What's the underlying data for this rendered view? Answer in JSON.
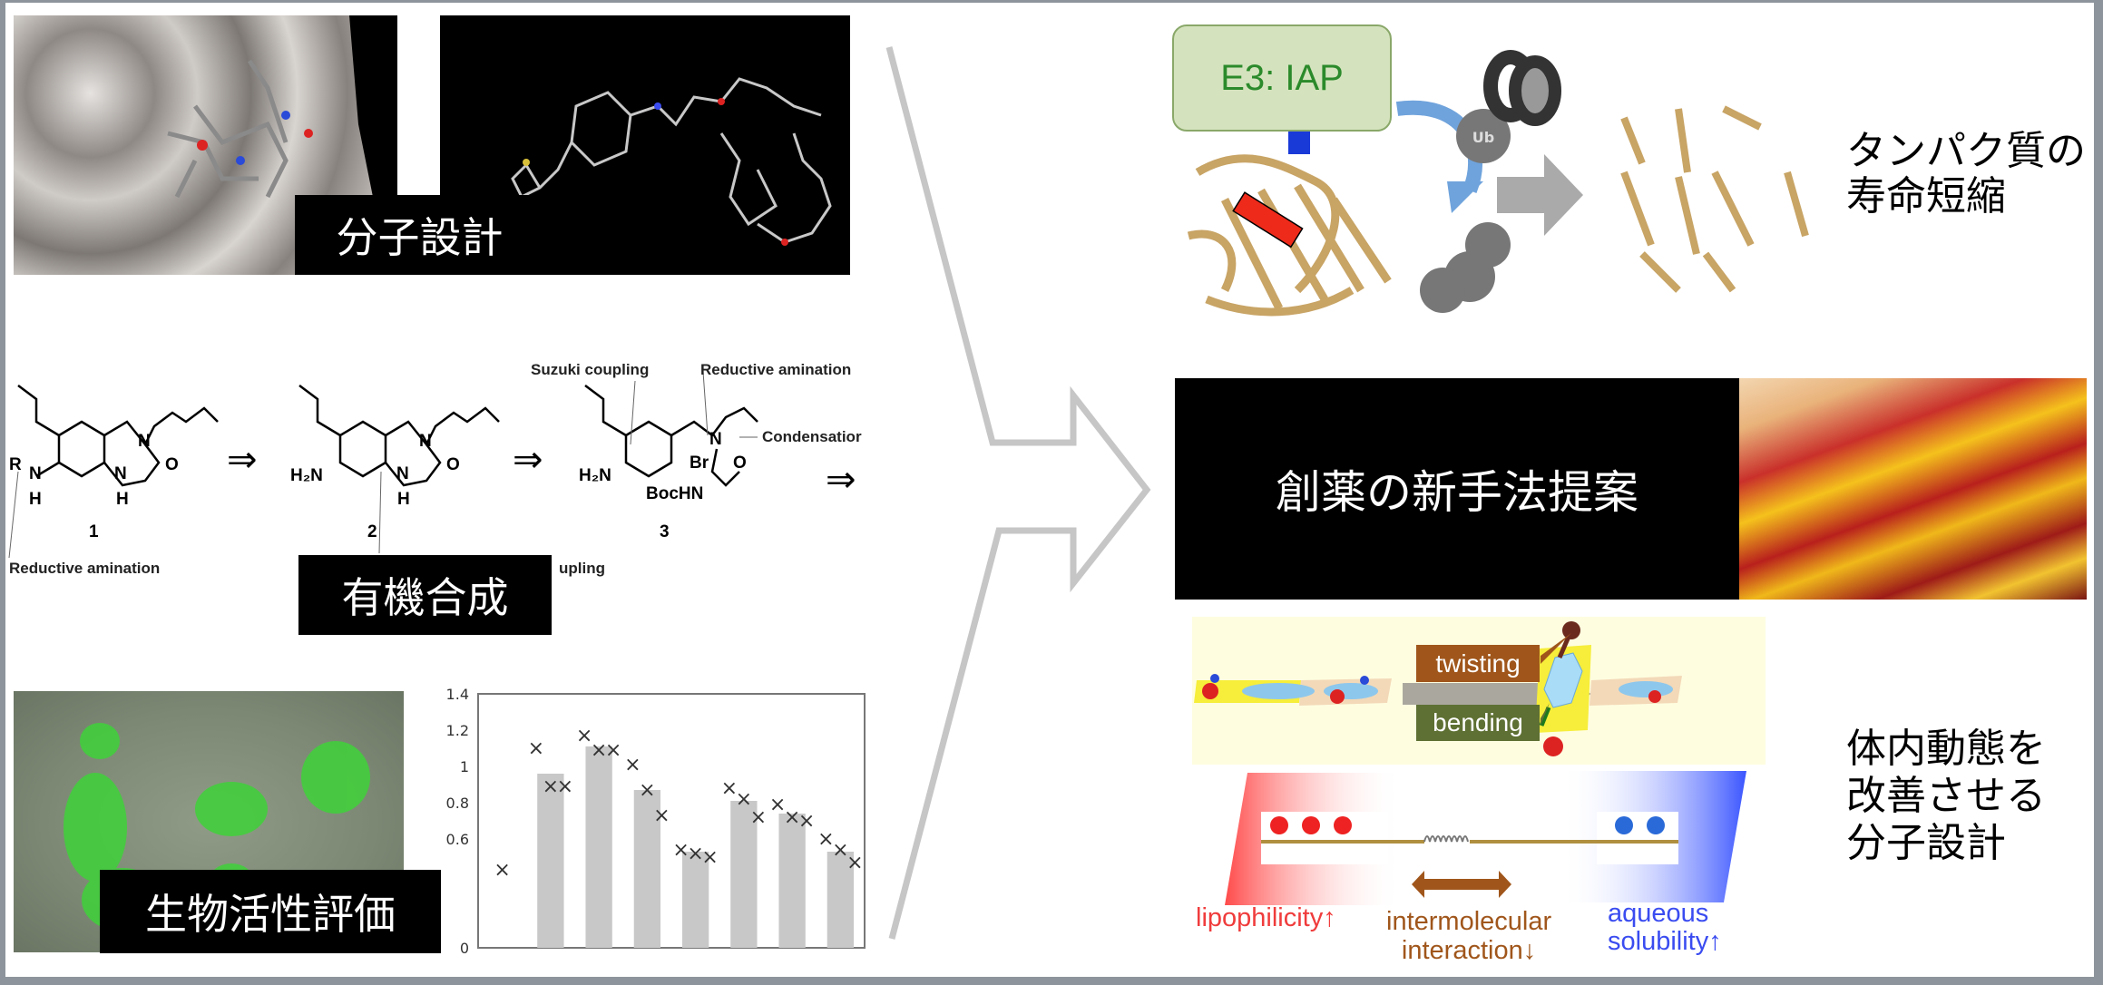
{
  "left": {
    "design_label": "分子設計",
    "synthesis_label": "有機合成",
    "bio_label": "生物活性評価",
    "scheme": {
      "compound_numbers": [
        "1",
        "2",
        "3"
      ],
      "annotations": {
        "reductive_amination_1": "Reductive amination",
        "suzuki": "Suzuki coupling",
        "reductive_amination_2": "Reductive amination",
        "condensation": "Condensatior",
        "coupling_partial": "upling"
      },
      "atoms": {
        "R": "R",
        "N": "N",
        "H": "H",
        "O": "O",
        "H2N": "H₂N",
        "Br": "Br",
        "BocHN": "BocHN"
      },
      "retro_arrow": "⇒"
    }
  },
  "chart_data": {
    "type": "bar",
    "ylim": [
      0,
      1.4
    ],
    "yticks": [
      "1.4",
      "1.2",
      "1",
      "0.8",
      "0.6",
      "0"
    ],
    "bar_color": "#c8c8c8",
    "values": [
      null,
      0.96,
      1.11,
      0.87,
      0.53,
      0.81,
      0.74,
      0.53
    ],
    "points": [
      [
        0.43
      ],
      [
        1.1,
        0.89,
        0.89
      ],
      [
        1.17,
        1.09,
        1.09
      ],
      [
        1.01,
        0.87,
        0.73
      ],
      [
        0.54,
        0.52,
        0.5
      ],
      [
        0.88,
        0.82,
        0.72
      ],
      [
        0.79,
        0.72,
        0.7
      ],
      [
        0.6,
        0.54,
        0.47
      ]
    ],
    "marker": "×"
  },
  "right": {
    "e3_label": "E3: IAP",
    "ub_label": "Ub",
    "degradation_text": [
      "タンパク質の",
      "寿命短縮"
    ],
    "proposal_label": "創薬の新手法提案",
    "twisting_label": "twisting",
    "bending_label": "bending",
    "lipophilicity_label": "lipophilicity↑",
    "intermolecular_label": [
      "intermolecular",
      "interaction↓"
    ],
    "aqueous_label": [
      "aqueous",
      "solubility↑"
    ],
    "pk_text": [
      "体内動態を",
      "改善させる",
      "分子設計"
    ],
    "colors": {
      "e3_fill": "#d4e3bd",
      "e3_text": "#2b8a2b",
      "twisting": "#a0561b",
      "bending": "#5e7033",
      "lipophilicity": "#f03c3c",
      "aqueous": "#3a4cf0",
      "ribbon": "#c8a465"
    }
  }
}
